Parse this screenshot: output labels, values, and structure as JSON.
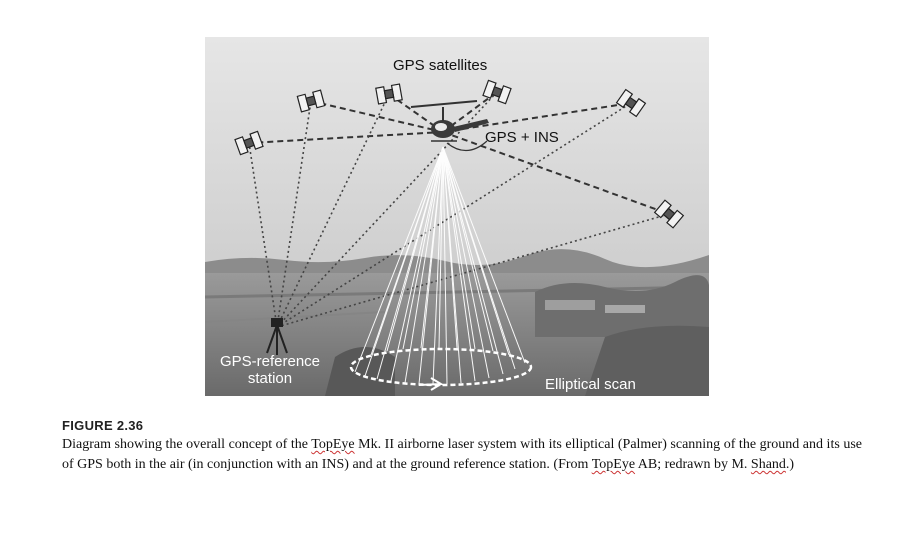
{
  "figure": {
    "labels": {
      "satellites": "GPS satellites",
      "gps_ins": "GPS + INS",
      "reference_station_line1": "GPS-reference",
      "reference_station_line2": "station",
      "elliptical_scan": "Elliptical scan"
    }
  },
  "caption": {
    "number": "FIGURE 2.36",
    "text_1": "Diagram showing the overall concept of the ",
    "topeye_1": "TopEye",
    "text_2": " Mk. II airborne laser system with its elliptical (Palmer) scanning of the ground and its use of GPS both in the air (in conjunction with an INS) and at the ground reference station. (From ",
    "topeye_2": "TopEye",
    "text_3": " AB; redrawn by M. ",
    "shand": "Shand",
    "text_4": ".)"
  }
}
